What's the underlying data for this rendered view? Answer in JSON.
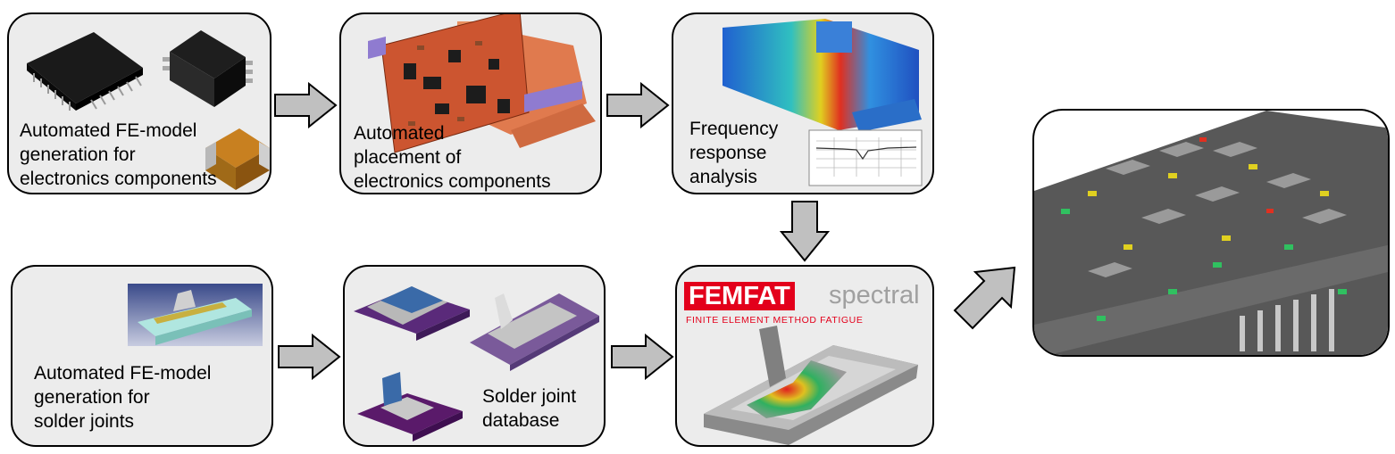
{
  "boxes": {
    "components_model": {
      "label": "Automated FE-model\ngeneration for\nelectronics components"
    },
    "placement": {
      "label": "Automated\nplacement of\nelectronics components"
    },
    "frequency": {
      "label": "Frequency\nresponse\nanalysis"
    },
    "solder_model": {
      "label": "Automated FE-model\ngeneration for\nsolder joints"
    },
    "solder_db": {
      "label": "Solder joint\ndatabase"
    },
    "femfat": {
      "logo_text": "FEMFAT",
      "logo_suffix": "spectral",
      "tagline": "FINITE ELEMENT METHOD FATIGUE"
    }
  },
  "colors": {
    "box_fill": "#ececec",
    "arrow_fill": "#c0c0c0",
    "femfat_red": "#e3001b",
    "pcb_orange": "#d9704a",
    "board_gray": "#5a5a5a"
  },
  "icons": [
    "arrow-right-icon",
    "arrow-down-icon",
    "arrow-diagonal-icon"
  ]
}
